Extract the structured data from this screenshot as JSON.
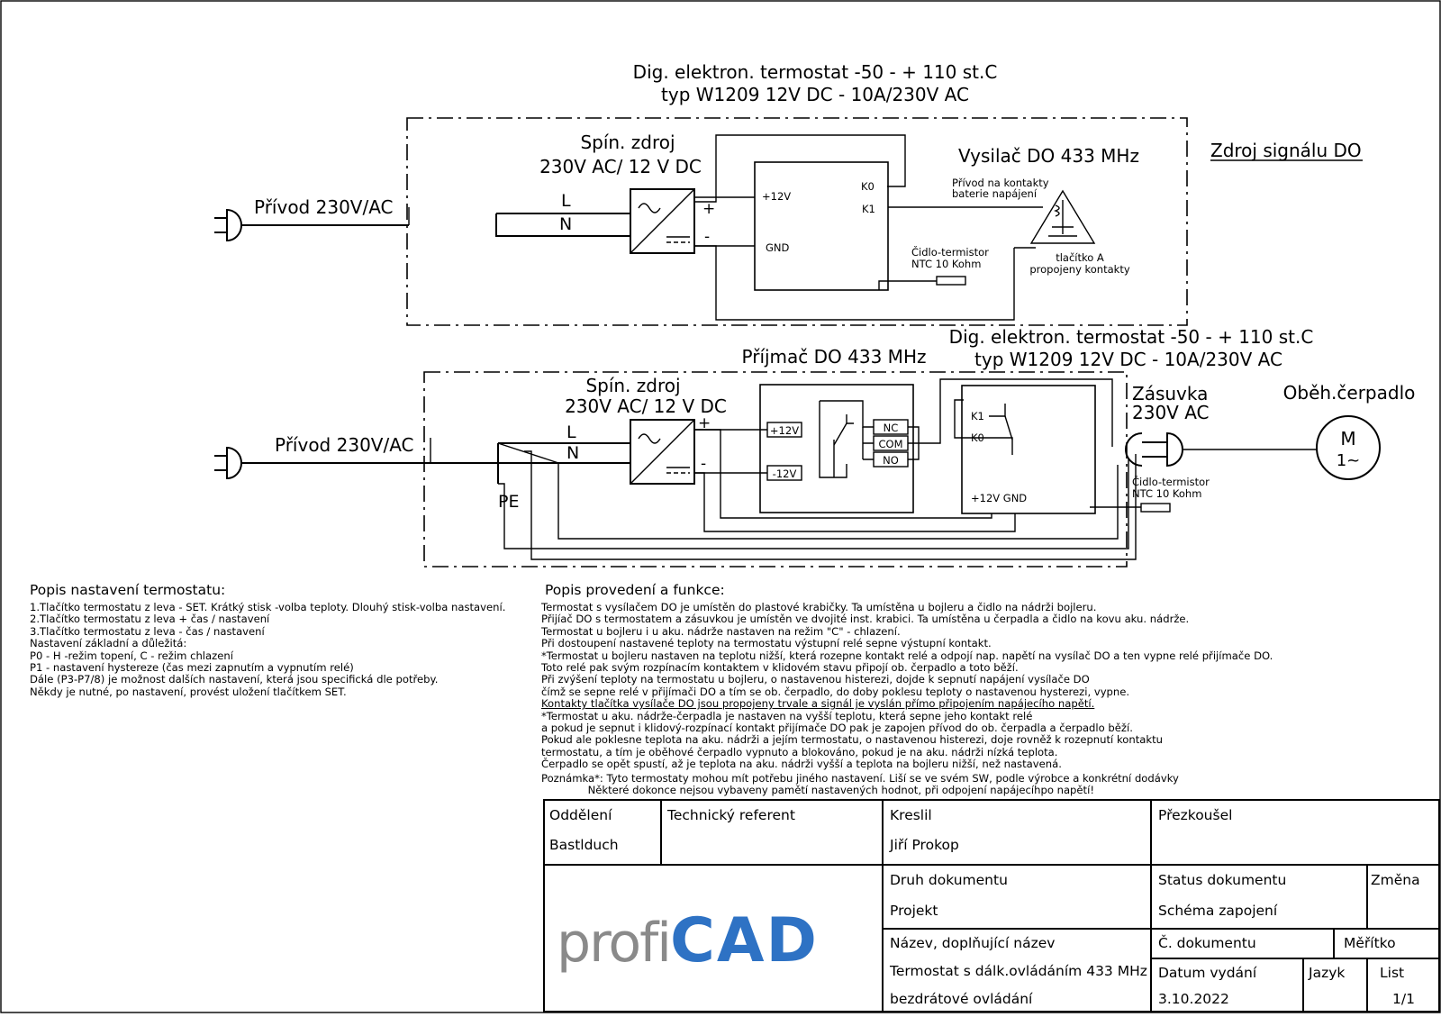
{
  "top_block": {
    "title1": "Dig. elektron. termostat -50 - + 110 st.C",
    "title2": "typ W1209 12V DC - 10A/230V AC",
    "supply_label": "Přívod 230V/AC",
    "psu_label1": "Spín. zdroj",
    "psu_label2": "230V AC/ 12 V DC",
    "line_L": "L",
    "line_N": "N",
    "plus": "+",
    "minus": "-",
    "pin_12v": "+12V",
    "pin_gnd": "GND",
    "pin_k0": "K0",
    "pin_k1": "K1",
    "transmitter": "Vysilač DO 433 MHz",
    "note_contacts1": "Přívod na kontakty",
    "note_contacts2": "baterie napájení",
    "sensor1": "Čidlo-termistor",
    "sensor2": "NTC 10 Kohm",
    "button1": "tlačítko A",
    "button2": "propojeny kontakty",
    "signal_source": "Zdroj signálu DO"
  },
  "bottom_block": {
    "title1": "Dig. elektron. termostat -50 - + 110 st.C",
    "title2": "typ W1209 12V DC - 10A/230V AC",
    "receiver": "Příjmač DO 433 MHz",
    "supply_label": "Přívod 230V/AC",
    "psu_label1": "Spín. zdroj",
    "psu_label2": "230V AC/ 12 V DC",
    "line_L": "L",
    "line_N": "N",
    "pe": "PE",
    "plus": "+",
    "minus": "-",
    "pin_p12": "+12V",
    "pin_m12": "-12V",
    "pin_nc": "NC",
    "pin_com": "COM",
    "pin_no": "NO",
    "pin_k1": "K1",
    "pin_k0": "K0",
    "pin_12v_gnd": "+12V  GND",
    "socket1": "Zásuvka",
    "socket2": "230V AC",
    "pump": "Oběh.čerpadlo",
    "motor_m": "M",
    "motor_phase": "1~",
    "sensor1": "Čidlo-termistor",
    "sensor2": "NTC 10 Kohm"
  },
  "settings": {
    "heading": "Popis nastavení termostatu:",
    "lines": [
      "1.Tlačítko termostatu z leva - SET. Krátký stisk -volba teploty. Dlouhý stisk-volba nastavení.",
      "2.Tlačítko termostatu z leva  + čas / nastavení",
      "3.Tlačítko termostatu z leva  - čas / nastavení",
      "Nastavení základní a důležitá:",
      "P0 - H -režim topení, C - režim chlazení",
      "P1 - nastavení hystereze (čas mezi zapnutím a vypnutím relé)",
      "Dále (P3-P7/8) je možnost dalších nastavení, která jsou specifická dle potřeby.",
      "Někdy je nutné, po nastavení, provést uložení tlačítkem SET."
    ]
  },
  "description": {
    "heading": "Popis provedení a funkce:",
    "lines": [
      "Termostat s vysílačem DO je umístěn do plastové krabičky. Ta umístěna u bojleru a čidlo na nádrži bojleru.",
      "Přijíač DO s termostatem a zásuvkou je umístěn ve dvojité inst. krabici. Ta umístěna u čerpadla a čidlo na kovu aku. nádrže.",
      "Termostat u bojleru i u aku. nádrže nastaven na režim \"C\" - chlazení.",
      "Při dostoupení nastavené teploty na termostatu výstupní relé sepne výstupní  kontakt.",
      "*Termostat u bojleru nastaven na teplotu nižší, která rozepne kontakt relé a odpojí nap. napětí na vysílač DO a ten vypne relé přijímače DO.",
      "Toto relé pak svým rozpínacím kontaktem v klidovém stavu připojí ob. čerpadlo a toto běží.",
      "Při zvýšení teploty na termostatu u bojleru, o nastavenou histerezi, dojde k sepnutí napájení vysílače DO",
      "čímž se sepne relé v přijímači DO a tím se ob. čerpadlo, do doby poklesu teploty o nastavenou hysterezi, vypne.",
      "Kontakty tlačítka vysílače DO jsou propojeny trvale a signál je vyslán přímo připojením napájecího napětí.",
      "*Termostat u aku. nádrže-čerpadla je nastaven na vyšší teplotu, která sepne jeho kontakt relé",
      "a pokud je sepnut  i klidový-rozpínací kontakt přijímače DO pak je zapojen přívod do ob. čerpadla a čerpadlo běží.",
      "Pokud ale poklesne teplota na aku. nádrži a jejím termostatu, o nastavenou histerezi, doje rovněž k rozepnutí kontaktu",
      "termostatu, a tím je oběhové čerpadlo vypnuto a blokováno, pokud je na aku. nádrži nízká teplota.",
      "Čerpadlo se opět spustí, až je teplota na aku. nádrži vyšší a teplota na bojleru nižší, než nastavená.",
      "Poznámka*: Tyto termostaty mohou mít potřebu jiného nastavení. Liší se ve svém SW, podle výrobce a konkrétní dodávky",
      "              Některé dokonce nejsou vybaveny pamětí nastavených hodnot, při odpojení napájecíhpo napětí!"
    ]
  },
  "title_block": {
    "department_label": "Oddělení",
    "department_value": "Bastlduch",
    "tech_ref_label": "Technický referent",
    "drawn_label": "Kreslil",
    "drawn_value": "Jiří Prokop",
    "checked_label": "Přezkoušel",
    "doc_type_label": "Druh dokumentu",
    "doc_type_value": "Projekt",
    "doc_status_label": "Status dokumentu",
    "doc_status_value": "Schéma zapojení",
    "change_label": "Změna",
    "name_label": "Název, doplňující název",
    "name_value1": "Termostat s dálk.ovládáním 433 MHz",
    "name_value2": "bezdrátové ovládání",
    "doc_no_label": "Č. dokumentu",
    "scale_label": "Měřítko",
    "issue_date_label": "Datum vydání",
    "issue_date_value": "3.10.2022",
    "language_label": "Jazyk",
    "sheet_label": "List",
    "sheet_value": "1/1",
    "logo_part1": "profi",
    "logo_part2": "CAD"
  }
}
